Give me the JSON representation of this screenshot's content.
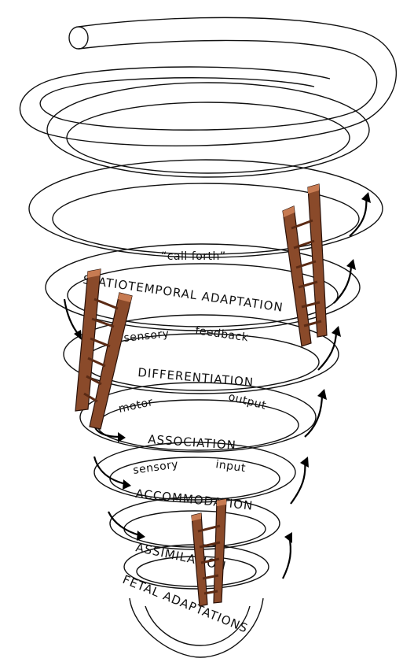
{
  "diagram": {
    "rings": [
      {
        "id": "spatiotemporal",
        "label": "SPATIOTEMPORAL ADAPTATION"
      },
      {
        "id": "differentiation",
        "label": "DIFFERENTIATION"
      },
      {
        "id": "association",
        "label": "ASSOCIATION"
      },
      {
        "id": "accommodation",
        "label": "ACCOMMODATION"
      },
      {
        "id": "assimilation",
        "label": "ASSIMILATION"
      },
      {
        "id": "fetal",
        "label": "FETAL ADAPTATIONS"
      }
    ],
    "inner_labels": {
      "call_forth": "“call forth”",
      "sensory_feedback_1": "sensory",
      "sensory_feedback_2": "feedback",
      "motor_output_1": "motor",
      "motor_output_2": "output",
      "sensory_input_1": "sensory",
      "sensory_input_2": "input"
    },
    "colors": {
      "ladder": "#8a4a2a",
      "ladder_highlight": "#c77b52",
      "line": "#111111"
    },
    "ladders": [
      "left-large",
      "right-top",
      "bottom-center"
    ]
  }
}
